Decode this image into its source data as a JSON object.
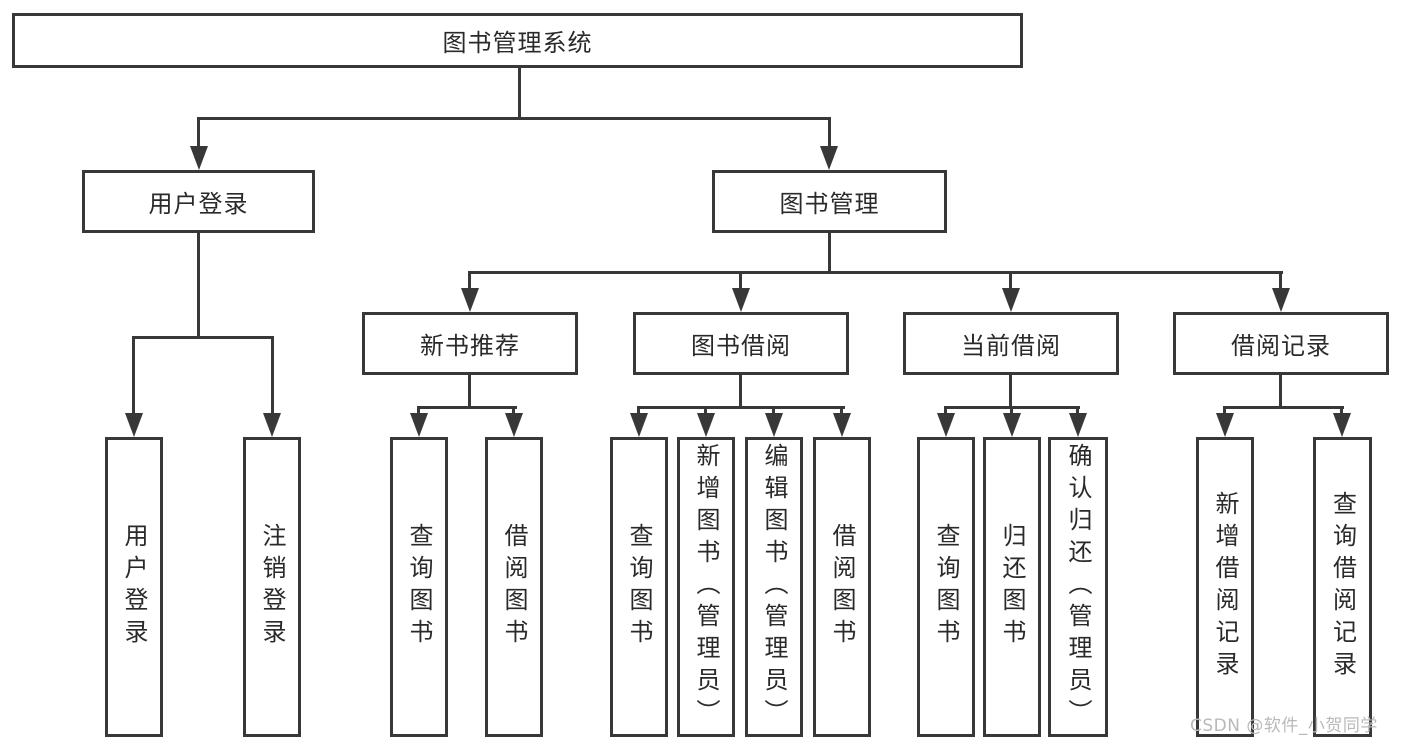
{
  "tree": {
    "root": "图书管理系统",
    "children": [
      {
        "label": "用户登录",
        "children": [
          "用户登录",
          "注销登录"
        ]
      },
      {
        "label": "图书管理",
        "children": [
          {
            "label": "新书推荐",
            "children": [
              "查询图书",
              "借阅图书"
            ]
          },
          {
            "label": "图书借阅",
            "children": [
              "查询图书",
              "新增图书（管理员）",
              "编辑图书（管理员）",
              "借阅图书"
            ]
          },
          {
            "label": "当前借阅",
            "children": [
              "查询图书",
              "归还图书",
              "确认归还（管理员）"
            ]
          },
          {
            "label": "借阅记录",
            "children": [
              "新增借阅记录",
              "查询借阅记录"
            ]
          }
        ]
      }
    ]
  },
  "watermark": "CSDN @软件_小贺同学",
  "colors": {
    "line": "#383838",
    "box_border": "#383838",
    "box_fill": "#ffffff",
    "text": "#2a2a2a",
    "watermark": "#b9b9b9",
    "background": "#ffffff"
  }
}
